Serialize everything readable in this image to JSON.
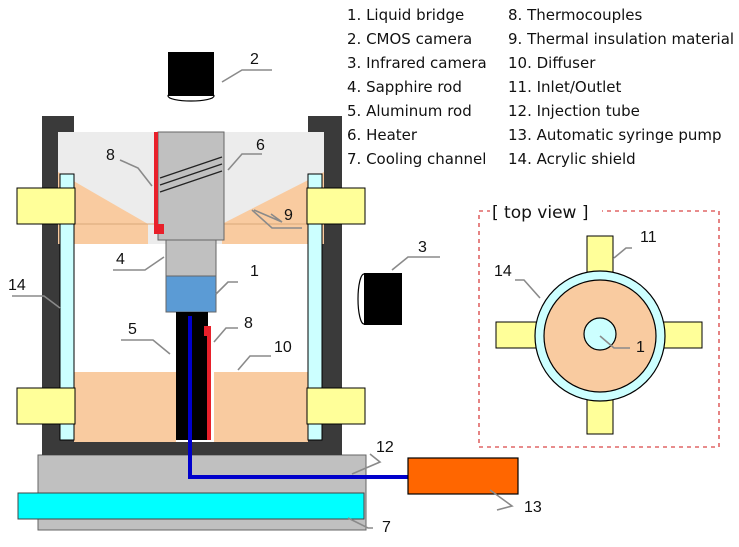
{
  "legend": [
    "1. Liquid bridge",
    "2. CMOS camera",
    "3. Infrared camera",
    "4. Sapphire rod",
    "5. Aluminum rod",
    "6. Heater",
    "7. Cooling channel",
    "8. Thermocouples",
    "9. Thermal insulation material",
    "10. Diffuser",
    "11. Inlet/Outlet",
    "12. Injection tube",
    "13. Automatic syringe pump",
    "14. Acrylic shield"
  ],
  "top_view_label": "[ top view ]",
  "callouts": {
    "n1": "1",
    "n2": "2",
    "n3": "3",
    "n4": "4",
    "n5": "5",
    "n6": "6",
    "n7": "7",
    "n8a": "8",
    "n8b": "8",
    "n9": "9",
    "n10": "10",
    "n12": "12",
    "n13": "13",
    "n14": "14",
    "tv11": "11",
    "tv14": "14",
    "tv1": "1"
  },
  "colors": {
    "frame": "#3a3a3a",
    "insulation": "#f9cba0",
    "heater_block": "#ececec",
    "rod": "#c0c0c0",
    "liquid_bridge": "#5b9bd5",
    "ports": "#ffff99",
    "shield": "#ccffff",
    "tube": "#0000cc",
    "thermocouple": "#e8202a",
    "pump": "#ff6600",
    "cooling_plate": "#00ffff",
    "base_plate": "#c0c0c0",
    "topview_border": "#e06666"
  }
}
